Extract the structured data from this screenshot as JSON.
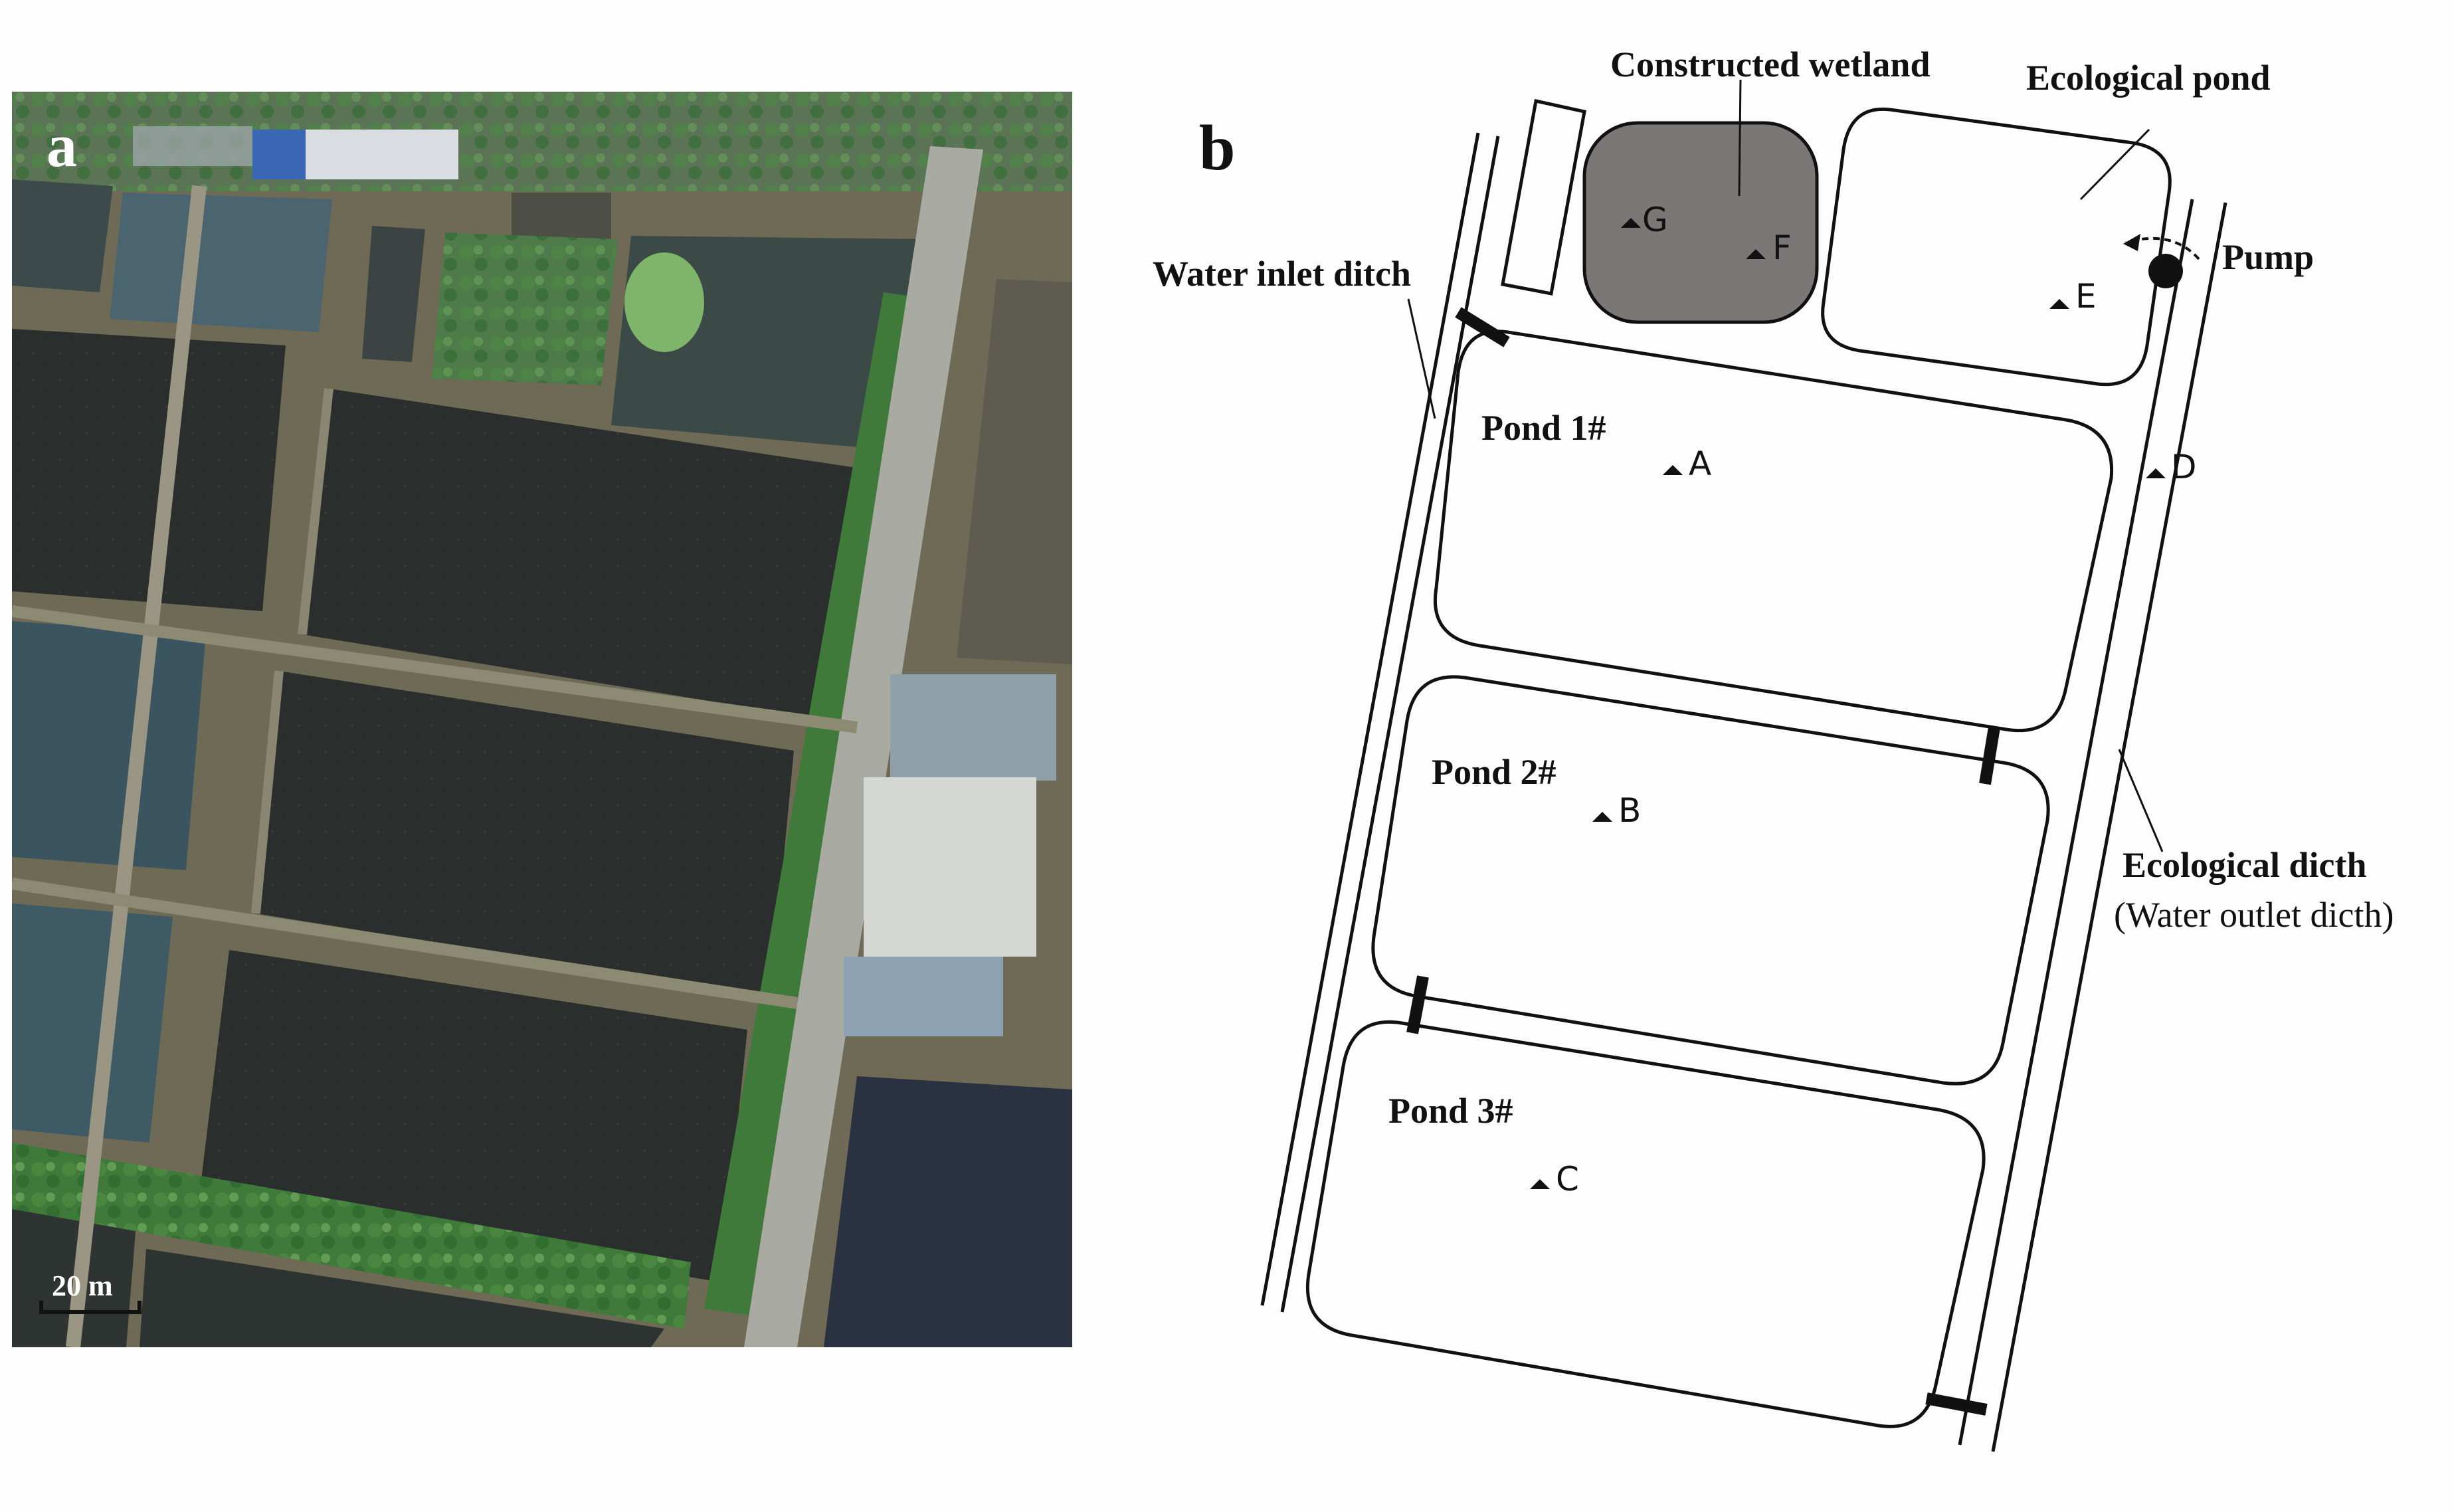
{
  "panel_a": {
    "label": "a",
    "scale_bar": "20 m"
  },
  "panel_b": {
    "label": "b",
    "labels": {
      "constructed_wetland": "Constructed wetland",
      "ecological_pond": "Ecological pond",
      "pump": "Pump",
      "water_inlet_ditch": "Water inlet ditch",
      "pond1": "Pond 1#",
      "pond2": "Pond 2#",
      "pond3": "Pond 3#",
      "ecological_ditch": "Ecological dicth",
      "water_outlet_ditch": "(Water outlet dicth)"
    },
    "sites": {
      "A": "A",
      "B": "B",
      "C": "C",
      "D": "D",
      "E": "E",
      "F": "F",
      "G": "G"
    }
  },
  "colors": {
    "wetland_fill": "#7b7777",
    "line": "#111111",
    "pond_water": "#2b302f",
    "pond_water_blue": "#4f6f7e",
    "embankment": "#7d7660",
    "tree_green": "#3f7a3a"
  }
}
